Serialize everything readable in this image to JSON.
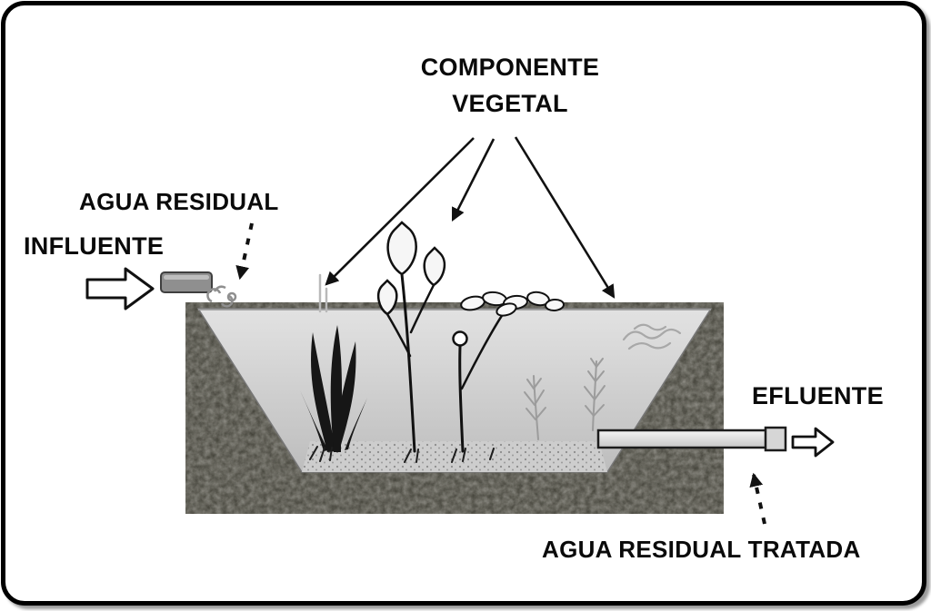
{
  "page": {
    "background": "#ffffff",
    "border_color": "#000000"
  },
  "diagram": {
    "title": {
      "line1": "COMPONENTE",
      "line2": "VEGETAL"
    },
    "labels": {
      "agua_residual": "AGUA RESIDUAL",
      "influente": "INFLUENTE",
      "efluente": "EFLUENTE",
      "agua_residual_tratada": "AGUA RESIDUAL TRATADA"
    },
    "colors": {
      "soil": "#403f36",
      "water_top": "#e2e2e2",
      "water_bottom": "#bdbdbd",
      "ink": "#111111",
      "pipe_light": "#ededed",
      "pipe_dark": "#8f8f8f"
    }
  }
}
